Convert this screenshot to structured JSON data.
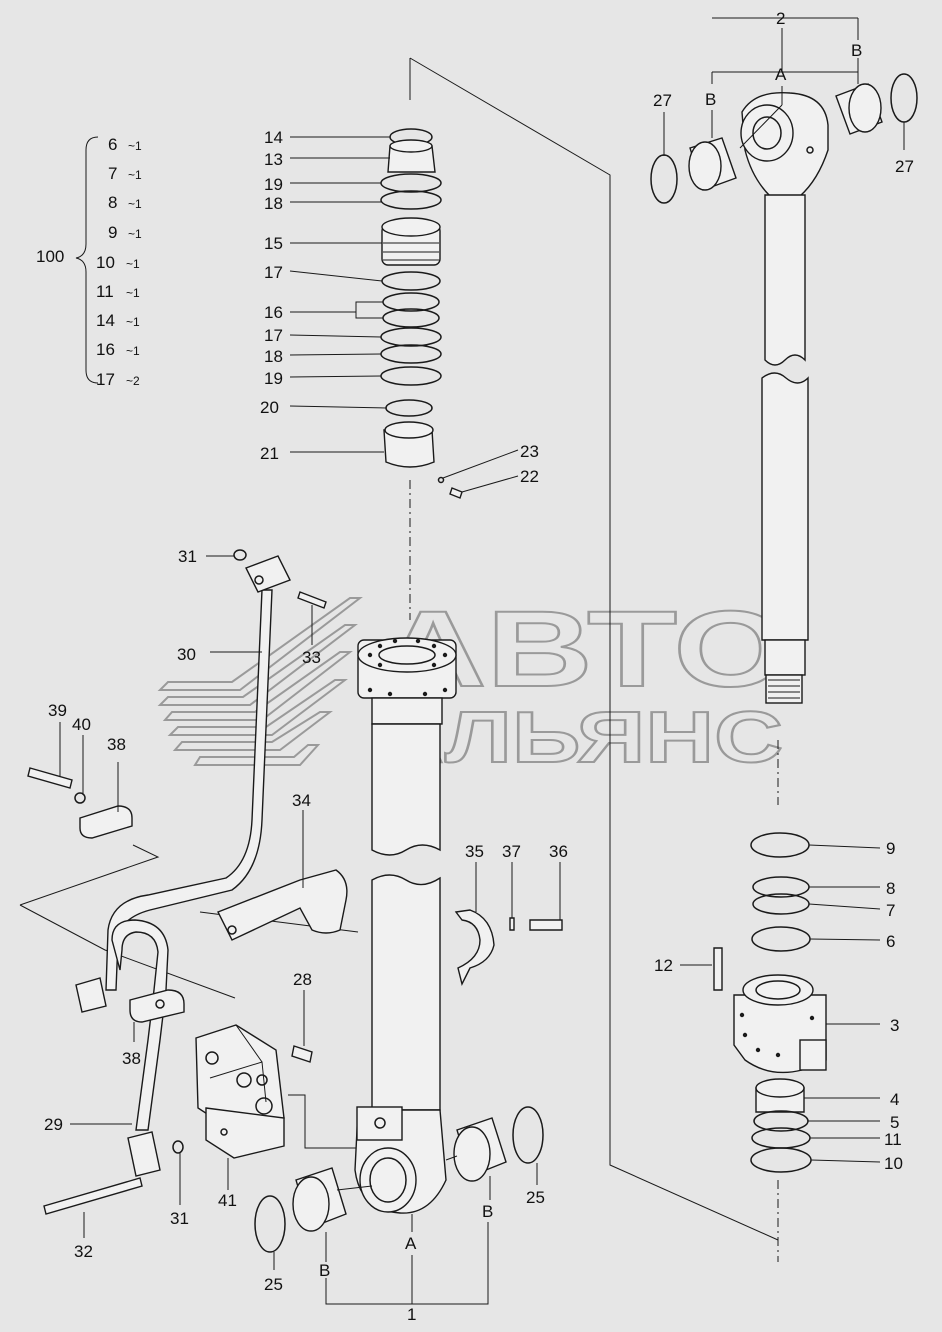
{
  "diagram": {
    "watermark": {
      "line1": "АВТО",
      "line2": "АЛЬЯНС"
    },
    "kit": {
      "label": "100",
      "items": [
        {
          "part": "6",
          "qty": "~1"
        },
        {
          "part": "7",
          "qty": "~1"
        },
        {
          "part": "8",
          "qty": "~1"
        },
        {
          "part": "9",
          "qty": "~1"
        },
        {
          "part": "10",
          "qty": "~1"
        },
        {
          "part": "11",
          "qty": "~1"
        },
        {
          "part": "14",
          "qty": "~1"
        },
        {
          "part": "16",
          "qty": "~1"
        },
        {
          "part": "17",
          "qty": "~2"
        }
      ]
    },
    "callouts": {
      "c1": "1",
      "c2": "2",
      "c3": "3",
      "c4": "4",
      "c5": "5",
      "c6": "6",
      "c7": "7",
      "c8": "8",
      "c9": "9",
      "c10": "10",
      "c11": "11",
      "c12": "12",
      "c13": "13",
      "c14": "14",
      "c15": "15",
      "c16": "16",
      "c17a": "17",
      "c17b": "17",
      "c18a": "18",
      "c18b": "18",
      "c19a": "19",
      "c19b": "19",
      "c20": "20",
      "c21": "21",
      "c22": "22",
      "c23": "23",
      "c25a": "25",
      "c25b": "25",
      "c27a": "27",
      "c27b": "27",
      "c28": "28",
      "c29": "29",
      "c30": "30",
      "c31a": "31",
      "c31b": "31",
      "c32": "32",
      "c33": "33",
      "c34": "34",
      "c35": "35",
      "c36": "36",
      "c37": "37",
      "c38a": "38",
      "c38b": "38",
      "c39": "39",
      "c40": "40",
      "c41": "41",
      "A_top": "A",
      "B_top_left": "B",
      "B_top_right": "B",
      "A_bottom": "A",
      "B_bottom_left": "B",
      "B_bottom_right": "B"
    }
  }
}
